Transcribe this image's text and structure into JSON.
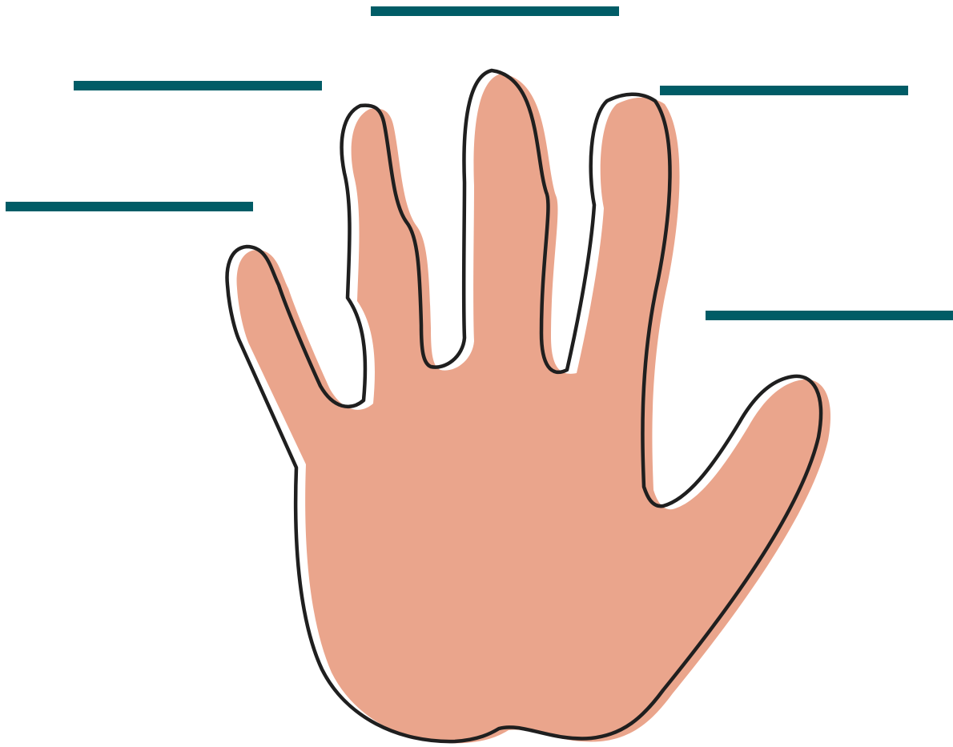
{
  "diagram": {
    "subject": "hand",
    "colors": {
      "skin": "#eaa58c",
      "outline": "#1f1f1f",
      "label_line": "#005c66",
      "background": "#ffffff"
    },
    "label_lines": [
      {
        "finger": "pinky",
        "text": ""
      },
      {
        "finger": "ring",
        "text": ""
      },
      {
        "finger": "middle",
        "text": ""
      },
      {
        "finger": "index",
        "text": ""
      },
      {
        "finger": "thumb",
        "text": ""
      }
    ]
  }
}
